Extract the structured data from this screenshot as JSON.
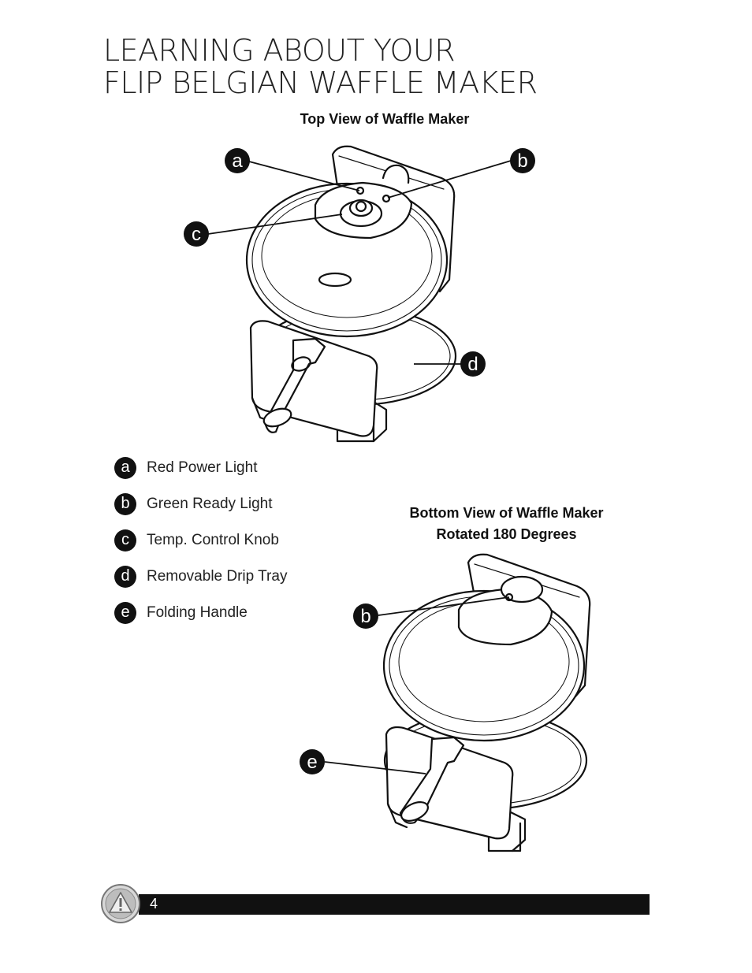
{
  "title": {
    "line1": "LEARNING ABOUT YOUR",
    "line2": "FLIP BELGIAN WAFFLE MAKER"
  },
  "top_view": {
    "caption": "Top View of Waffle Maker",
    "callouts": {
      "a": "a",
      "b": "b",
      "c": "c",
      "d": "d"
    }
  },
  "legend": [
    {
      "letter": "a",
      "label": "Red Power Light"
    },
    {
      "letter": "b",
      "label": "Green Ready Light"
    },
    {
      "letter": "c",
      "label": "Temp. Control Knob"
    },
    {
      "letter": "d",
      "label": "Removable Drip Tray"
    },
    {
      "letter": "e",
      "label": "Folding Handle"
    }
  ],
  "bottom_view": {
    "caption_line1": "Bottom View of Waffle Maker",
    "caption_line2": "Rotated 180 Degrees",
    "callouts": {
      "b": "b",
      "e": "e"
    }
  },
  "footer": {
    "page_number": "4",
    "icon": "warning-triangle-icon"
  },
  "colors": {
    "ink": "#111111",
    "footer_bar": "#111111",
    "icon_gray": "#9a9a9a"
  }
}
